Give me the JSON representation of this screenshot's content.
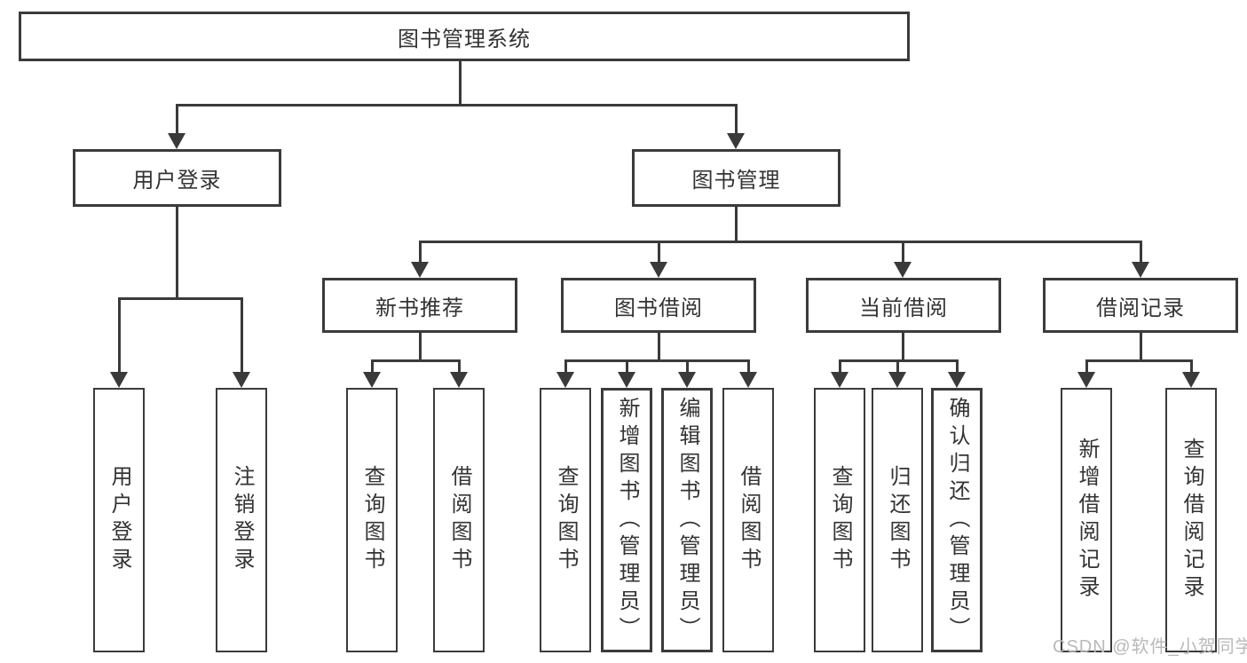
{
  "tree": {
    "label": "图书管理系统",
    "children": [
      {
        "label": "用户登录",
        "children": [
          {
            "label": "用户登录"
          },
          {
            "label": "注销登录"
          }
        ]
      },
      {
        "label": "图书管理",
        "children": [
          {
            "label": "新书推荐",
            "children": [
              {
                "label": "查询图书"
              },
              {
                "label": "借阅图书"
              }
            ]
          },
          {
            "label": "图书借阅",
            "children": [
              {
                "label": "查询图书"
              },
              {
                "label": "新增图书（管理员）"
              },
              {
                "label": "编辑图书（管理员）"
              },
              {
                "label": "借阅图书"
              }
            ]
          },
          {
            "label": "当前借阅",
            "children": [
              {
                "label": "查询图书"
              },
              {
                "label": "归还图书"
              },
              {
                "label": "确认归还（管理员）"
              }
            ]
          },
          {
            "label": "借阅记录",
            "children": [
              {
                "label": "新增借阅记录"
              },
              {
                "label": "查询借阅记录"
              }
            ]
          }
        ]
      }
    ]
  },
  "watermark": {
    "text": "CSDN @软件_小贺同学"
  },
  "colors": {
    "line": "#3a3a3a",
    "border": "#3b3b3b",
    "text": "#333333",
    "watermark": "#b9b9b9",
    "background": "#ffffff"
  }
}
